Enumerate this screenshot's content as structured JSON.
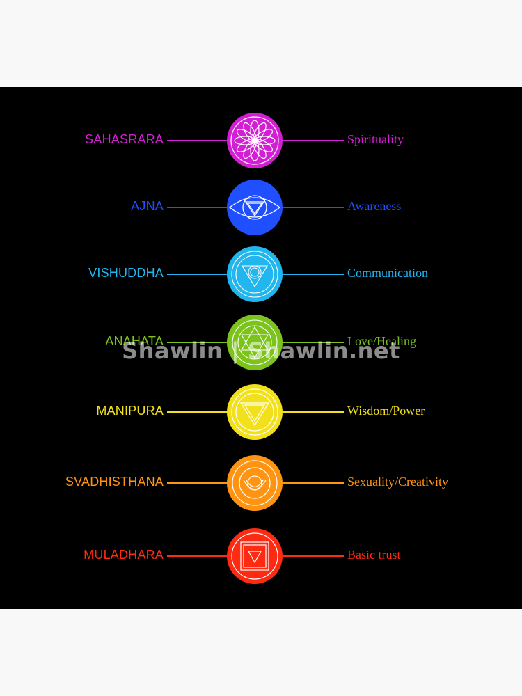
{
  "chakras": [
    {
      "name": "SAHASRARA",
      "meaning": "Spirituality",
      "color": "#d21fd4",
      "icon": "thousand-petal-lotus-icon"
    },
    {
      "name": "AJNA",
      "meaning": "Awareness",
      "color": "#1f4fff",
      "icon": "third-eye-triangle-icon"
    },
    {
      "name": "VISHUDDHA",
      "meaning": "Communication",
      "color": "#22b6ee",
      "icon": "sixteen-petal-lotus-triangle-icon"
    },
    {
      "name": "ANAHATA",
      "meaning": "Love/Healing",
      "color": "#7cc31b",
      "icon": "hexagram-lotus-icon"
    },
    {
      "name": "MANIPURA",
      "meaning": "Wisdom/Power",
      "color": "#f2e11a",
      "icon": "ten-petal-triangle-icon"
    },
    {
      "name": "SVADHISTHANA",
      "meaning": "Sexuality/Creativity",
      "color": "#ff9412",
      "icon": "crescent-lotus-icon"
    },
    {
      "name": "MULADHARA",
      "meaning": "Basic trust",
      "color": "#ff2a12",
      "icon": "square-lotus-triangle-icon"
    }
  ],
  "watermark": "Shawlin | Shawlin.net"
}
